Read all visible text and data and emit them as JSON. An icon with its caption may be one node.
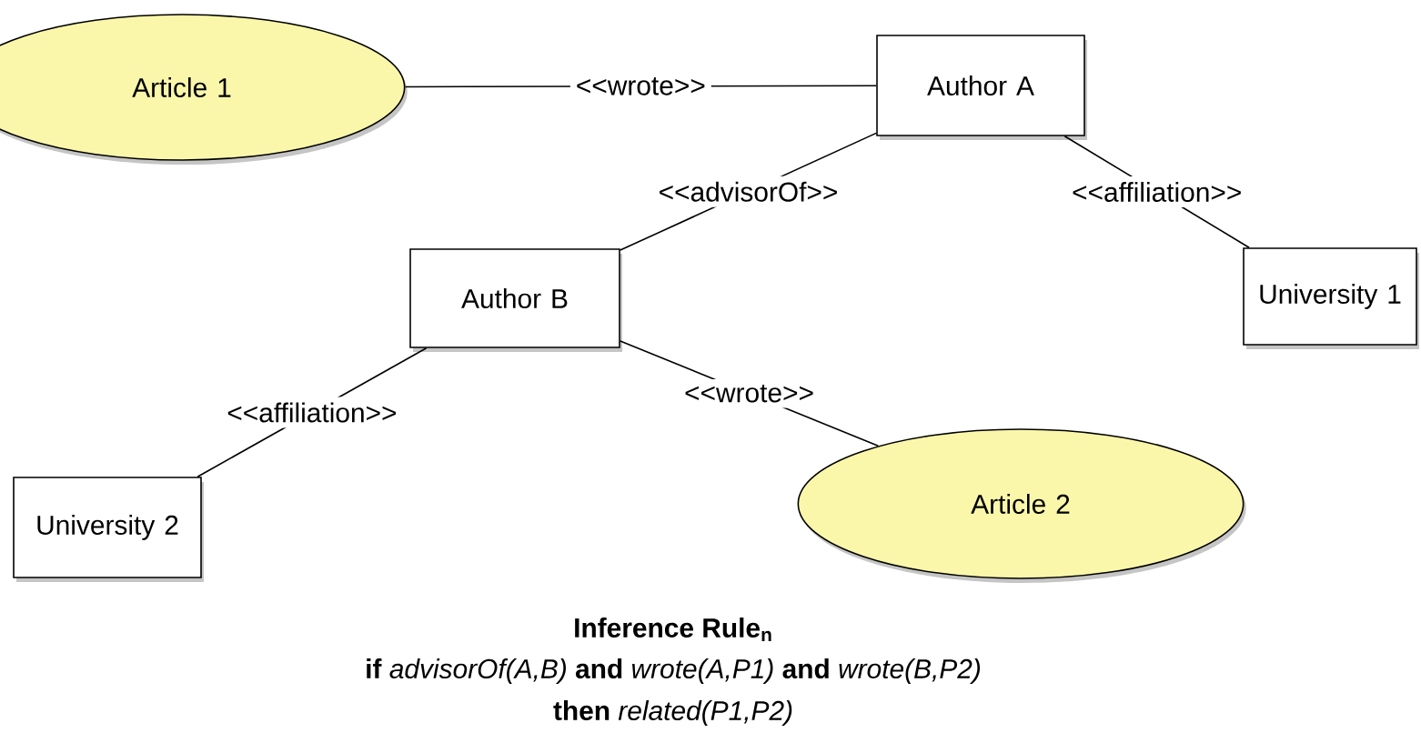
{
  "diagram": {
    "nodes": [
      {
        "text": [
          "Article 1"
        ]
      },
      {
        "text": [
          "Author A"
        ]
      },
      {
        "text": [
          "Author B"
        ]
      },
      {
        "text": [
          "University 1"
        ]
      },
      {
        "text": [
          "University 2"
        ]
      },
      {
        "text": [
          "Article 2"
        ]
      }
    ],
    "edges": [
      {
        "from": 0,
        "to": 1,
        "arrow": "none",
        "label": "<<wrote>>"
      },
      {
        "from": 1,
        "to": 2,
        "arrow": "none",
        "label": "<<advisorOf>>"
      },
      {
        "from": 1,
        "to": 3,
        "arrow": "none",
        "label": "<<affiliation>>"
      },
      {
        "from": 2,
        "to": 4,
        "arrow": "none",
        "label": "<<affiliation>>"
      },
      {
        "from": 2,
        "to": 5,
        "arrow": "none",
        "label": "<<wrote>>"
      }
    ],
    "labels": [
      "Inference Rule$_{n}$",
      "**if** *advisorOf(A,B)* **and** *wrote(A,P1)* **and** *wrote(B,P2)*",
      "**then** *related(P1,P2)*"
    ]
  }
}
